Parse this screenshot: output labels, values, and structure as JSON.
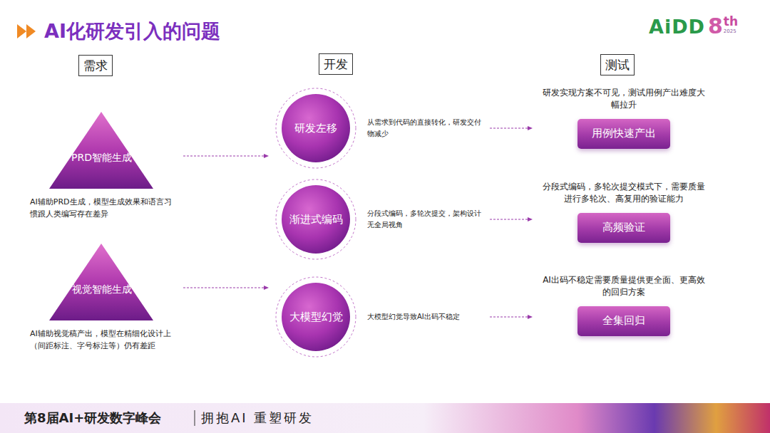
{
  "diagram": {
    "title": "AI化研发引入的问题",
    "nodes": [
      {
        "text": [
          "需求"
        ]
      },
      {
        "text": [
          "开发"
        ]
      },
      {
        "text": [
          "测试"
        ]
      },
      {
        "text": [
          "PRD智能生成",
          "AI辅助PRD生成，模型生成效果和语言习惯跟人类编写存在差异"
        ]
      },
      {
        "text": [
          "视觉智能生成",
          "AI辅助视觉稿产出，模型在精细化设计上（间距标注、字号标注等）仍有差距"
        ]
      },
      {
        "text": [
          "研发左移",
          "从需求到代码的直接转化，研发交付物减少"
        ]
      },
      {
        "text": [
          "渐进式编码",
          "分段式编码，多轮次提交，架构设计无全局视角"
        ]
      },
      {
        "text": [
          "大模型幻觉",
          "大模型幻觉导致AI出码不稳定"
        ]
      },
      {
        "text": [
          "研发实现方案不可见，测试用例产出难度大幅拉升",
          "用例快速产出"
        ]
      },
      {
        "text": [
          "分段式编码，多轮次提交模式下，需要质量进行多轮次、高复用的验证能力",
          "高频验证"
        ]
      },
      {
        "text": [
          "AI出码不稳定需要质量提供更全面、更高效的回归方案",
          "全集回归"
        ]
      }
    ],
    "edges": [
      {
        "from": 3,
        "to": 5,
        "arrow": "to"
      },
      {
        "from": 4,
        "to": 7,
        "arrow": "to"
      },
      {
        "from": 5,
        "to": 8,
        "arrow": "to"
      },
      {
        "from": 6,
        "to": 9,
        "arrow": "to"
      },
      {
        "from": 7,
        "to": 10,
        "arrow": "to"
      }
    ],
    "labels": [
      "AiDD",
      "8",
      "th",
      "2025",
      "第8届AI+研发数字峰会",
      "拥抱AI 重塑研发"
    ]
  }
}
